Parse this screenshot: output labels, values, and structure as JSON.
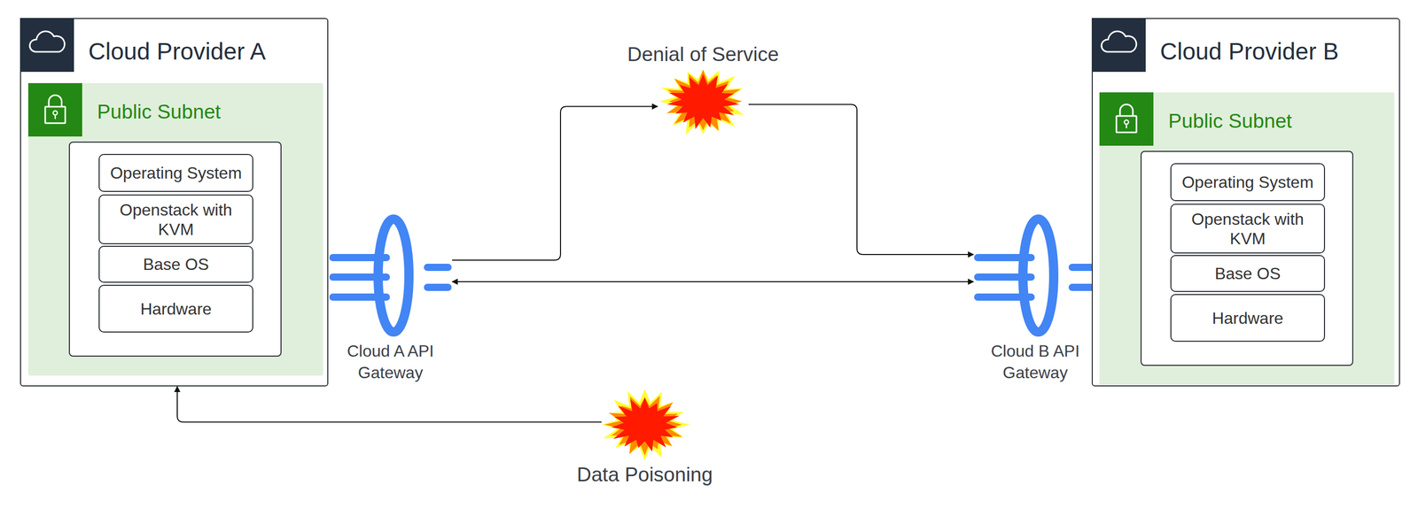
{
  "diagram": {
    "nodes": [
      {
        "text": [
          "Cloud Provider A"
        ]
      },
      {
        "text": [
          "Public Subnet"
        ],
        "in": 0
      },
      {
        "text": [
          "Operating System"
        ],
        "in": 1
      },
      {
        "text": [
          "Openstack with KVM"
        ],
        "in": 1
      },
      {
        "text": [
          "Base OS"
        ],
        "in": 1
      },
      {
        "text": [
          "Hardware"
        ],
        "in": 1
      },
      {
        "text": [
          "Cloud A API Gateway"
        ]
      },
      {
        "text": [
          "Denial of Service"
        ]
      },
      {
        "text": [
          "Cloud B API Gateway"
        ]
      },
      {
        "text": [
          "Cloud Provider B"
        ]
      },
      {
        "text": [
          "Public Subnet"
        ],
        "in": 9
      },
      {
        "text": [
          "Operating System"
        ],
        "in": 10
      },
      {
        "text": [
          "Openstack with KVM"
        ],
        "in": 10
      },
      {
        "text": [
          "Base OS"
        ],
        "in": 10
      },
      {
        "text": [
          "Hardware"
        ],
        "in": 10
      },
      {
        "text": [
          "Data Poisoning"
        ]
      }
    ],
    "edges": [
      {
        "from": 6,
        "to": 7,
        "arrow": "to"
      },
      {
        "from": 7,
        "to": 8,
        "arrow": "to"
      },
      {
        "from": 6,
        "to": 8,
        "arrow": "both"
      },
      {
        "from": 15,
        "to": 0,
        "arrow": "to"
      }
    ]
  }
}
